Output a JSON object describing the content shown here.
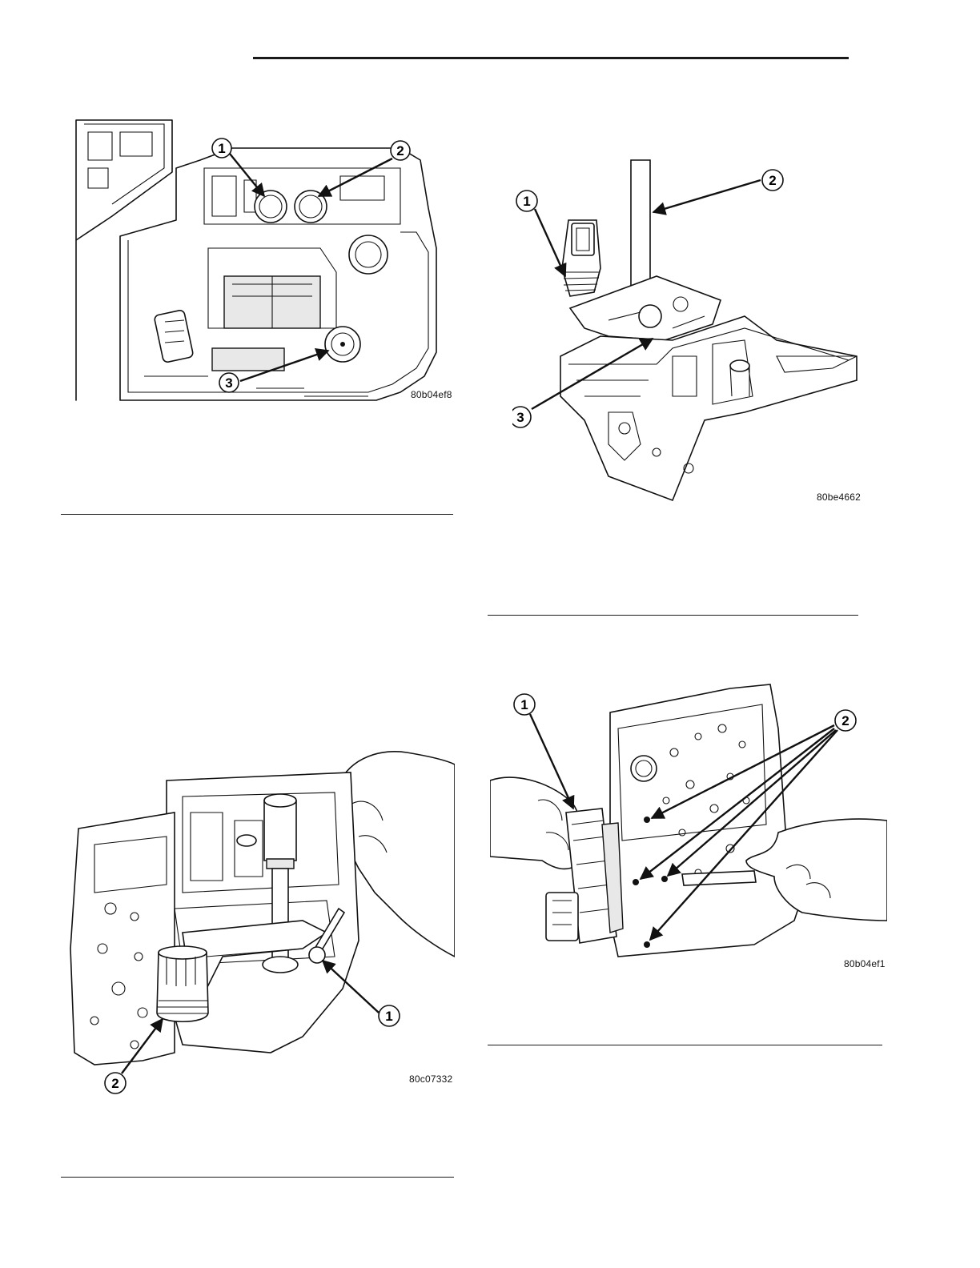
{
  "figures": [
    {
      "id": "fig1",
      "code": "80b04ef8",
      "callouts": [
        "1",
        "2",
        "3"
      ]
    },
    {
      "id": "fig2",
      "code": "80be4662",
      "callouts": [
        "1",
        "2",
        "3"
      ]
    },
    {
      "id": "fig3",
      "code": "80c07332",
      "callouts": [
        "1",
        "2"
      ]
    },
    {
      "id": "fig4",
      "code": "80b04ef1",
      "callouts": [
        "1",
        "2"
      ]
    }
  ]
}
